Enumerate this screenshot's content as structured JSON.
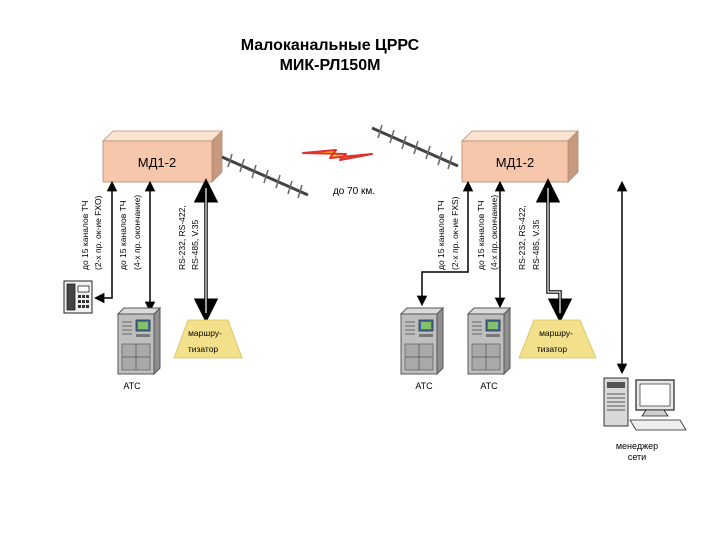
{
  "title": {
    "line1": "Малоканальные ЦРРС",
    "line2": "МИК-РЛ150М"
  },
  "link": {
    "distance": "до 70 км."
  },
  "left": {
    "modem_label": "МД1-2",
    "ch_fxo_1": "до 15 каналов ТЧ",
    "ch_fxo_2": "(2-х пр. ок-ие FXO)",
    "ch_4w_1": "до 15 каналов ТЧ",
    "ch_4w_2": "(4-х пр. окончание)",
    "data_1": "RS-232, RS-422,",
    "data_2": "RS-485, V.35",
    "router_1": "маршру-",
    "router_2": "тизатор",
    "ats_label": "АТС"
  },
  "right": {
    "modem_label": "МД1-2",
    "ch_fxs_1": "до 15 каналов ТЧ",
    "ch_fxs_2": "(2-х пр. ок-ие FXS)",
    "ch_4w_1": "до 15 каналов ТЧ",
    "ch_4w_2": "(4-х пр. окончание)",
    "data_1": "RS-232, RS-422,",
    "data_2": "RS-485, V.35",
    "router_1": "маршру-",
    "router_2": "тизатор",
    "ats1_label": "АТС",
    "ats2_label": "АТС",
    "manager_1": "менеджер",
    "manager_2": "сети"
  },
  "colors": {
    "modem_front": "#f6c7aa",
    "modem_top": "#fbe3d2",
    "modem_side": "#c79a80",
    "router": "#f3e08a",
    "lightning": "#e0302b",
    "lightning_fill": "#ffd21f",
    "ats_body": "#bfbfbf"
  }
}
